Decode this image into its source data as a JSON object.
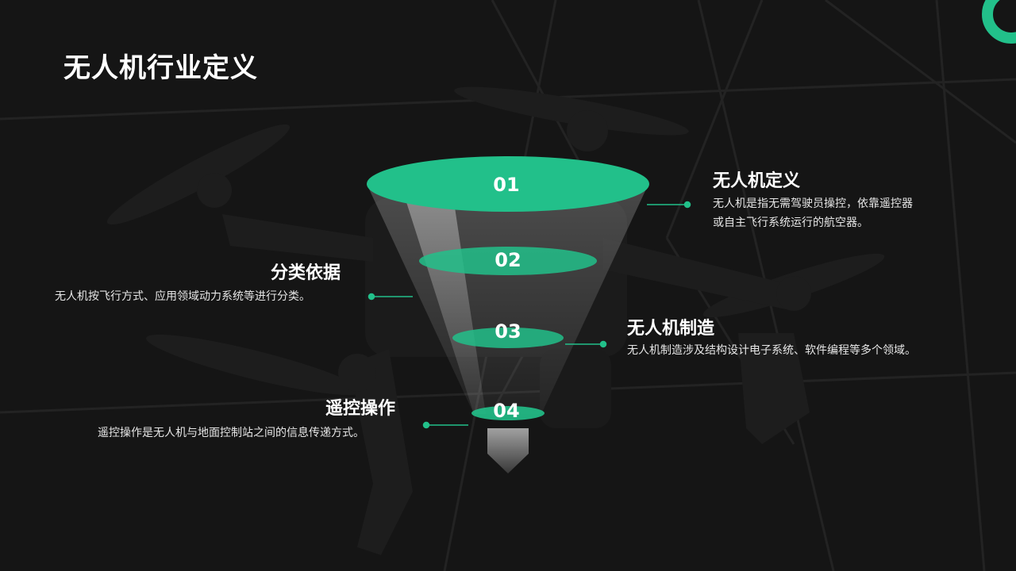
{
  "page": {
    "title": "无人机行业定义"
  },
  "colors": {
    "accent": "#22c08a",
    "background": "#141414"
  },
  "steps": [
    {
      "number": "01",
      "heading": "无人机定义",
      "desc_lines": [
        "无人机是指无需驾驶员操控，依靠遥控器",
        "或自主飞行系统运行的航空器。"
      ]
    },
    {
      "number": "02",
      "heading": "分类依据",
      "desc_lines": [
        "无人机按飞行方式、应用领域动力系统等进行分类。"
      ]
    },
    {
      "number": "03",
      "heading": "无人机制造",
      "desc_lines": [
        "无人机制造涉及结构设计电子系统、软件编程等多个领域。"
      ]
    },
    {
      "number": "04",
      "heading": "遥控操作",
      "desc_lines": [
        "遥控操作是无人机与地面控制站之间的信息传递方式。"
      ]
    }
  ]
}
